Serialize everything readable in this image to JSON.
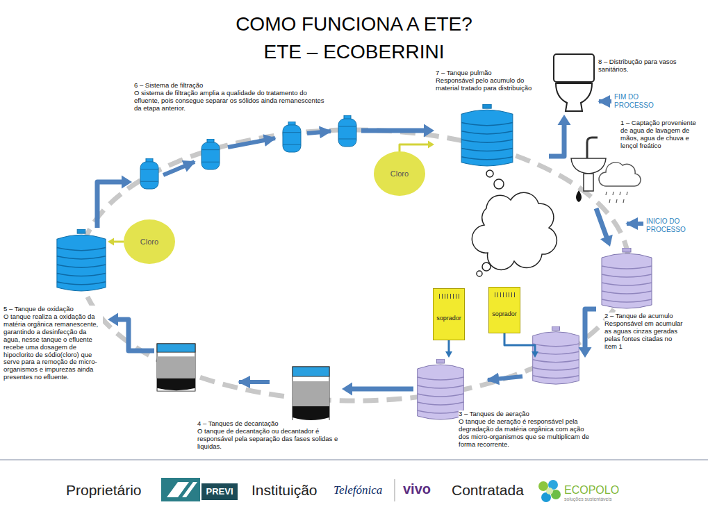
{
  "diagram": {
    "title": "COMO FUNCIONA A ETE?",
    "nodes": [
      {
        "text": [
          "1 – Captação proveniente de agua de lavagem de mãos, agua de chuva e lençol freático"
        ]
      },
      {
        "text": [
          "2 – Tanque de acumulo",
          "Responsável em acumular as aguas cinzas geradas pelas fontes citadas no item 1"
        ]
      },
      {
        "text": [
          "soprador"
        ]
      },
      {
        "text": [
          "soprador"
        ]
      },
      {
        "text": [
          "3 – Tanques de aeração",
          "O tanque de aeração é responsável pela degradação da matéria orgânica com ação dos micro-organismos que se multiplicam de forma recorrente."
        ]
      },
      {
        "text": [
          "4 – Tanques de decantação",
          "O tanque de decantação ou decantador é responsável pela separação das fases solidas e liquidas."
        ]
      },
      {
        "text": [
          "5 – Tanque de oxidação",
          "O tanque realiza a oxidação da matéria orgânica remanescente, garantindo a desinfecção da agua, nesse tanque o efluente recebe uma dosagem de hipoclorito de sódio(cloro) que serve para a remoção de micro-organismos e impurezas ainda presentes no efluente."
        ]
      },
      {
        "text": [
          "Cloro"
        ]
      },
      {
        "text": [
          "6 – Sistema de filtração",
          "O sistema de filtração amplia a qualidade do tratamento do efluente, pois consegue separar os sólidos ainda remanescentes da etapa anterior."
        ]
      },
      {
        "text": [
          "Cloro"
        ]
      },
      {
        "text": [
          "7 – Tanque pulmão",
          "Responsável pelo acumulo do material tratado para distribuição"
        ]
      },
      {
        "text": [
          "8 – Distribução para vasos sanitários."
        ]
      }
    ],
    "edges": [
      {
        "from": 0,
        "to": 1,
        "arrow": "to"
      },
      {
        "from": 1,
        "to": 4,
        "arrow": "to"
      },
      {
        "from": 2,
        "to": 4,
        "arrow": "to"
      },
      {
        "from": 3,
        "to": 4,
        "arrow": "to"
      },
      {
        "from": 4,
        "to": 5,
        "arrow": "to"
      },
      {
        "from": 5,
        "to": 6,
        "arrow": "to"
      },
      {
        "from": 7,
        "to": 6,
        "arrow": "to"
      },
      {
        "from": 6,
        "to": 8,
        "arrow": "to"
      },
      {
        "from": 8,
        "to": 10,
        "arrow": "to"
      },
      {
        "from": 9,
        "to": 10,
        "arrow": "to"
      },
      {
        "from": 10,
        "to": 11,
        "arrow": "to"
      }
    ],
    "labels": [
      "ETE – ECOBERRINI",
      "FIM DO PROCESSO",
      "INICIO DO PROCESSO",
      "Proprietário",
      "PREVI",
      "Instituição",
      "Telefónica",
      "vivo",
      "Contratada",
      "ECOPOLO",
      "soluções sustentáveis"
    ]
  }
}
